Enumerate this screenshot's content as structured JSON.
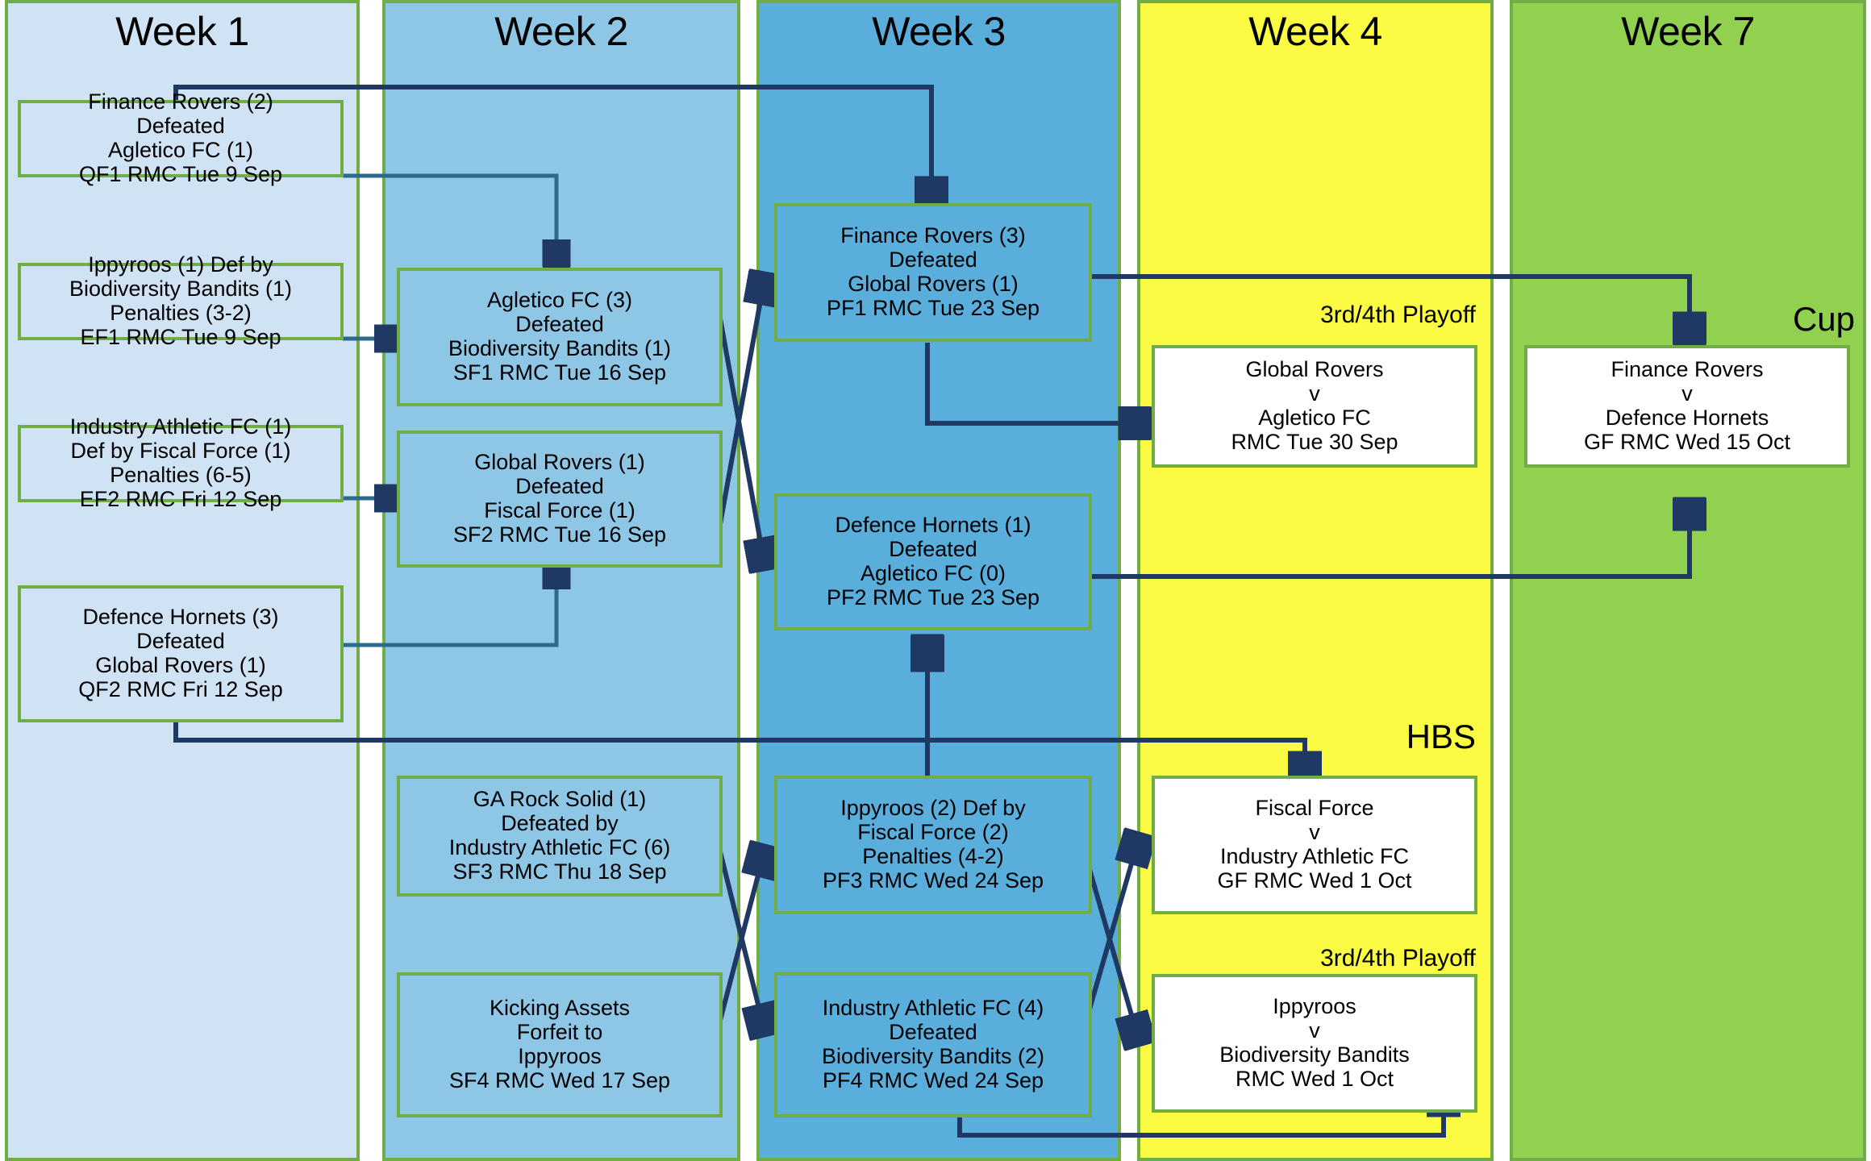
{
  "diagram": {
    "title": "Tournament Progression Bracket",
    "colors": {
      "week1_bg": "#cfe3f5",
      "week2_bg": "#8ec6e6",
      "week3_bg": "#5aaedc",
      "week4_bg": "#fbfb44",
      "week7_bg": "#92d14f",
      "box_border": "#70ad47",
      "connector": "#1f3864",
      "connector_light": "#2e6a8e",
      "final_box_bg": "#ffffff"
    },
    "columns": [
      {
        "id": "week1",
        "label": "Week 1"
      },
      {
        "id": "week2",
        "label": "Week 2"
      },
      {
        "id": "week3",
        "label": "Week 3"
      },
      {
        "id": "week4",
        "label": "Week 4"
      },
      {
        "id": "week7",
        "label": "Week 7"
      }
    ],
    "annotations": {
      "playoff_top": "3rd/4th Playoff",
      "playoff_bottom": "3rd/4th Playoff",
      "cup": "Cup",
      "hbs": "HBS"
    },
    "matches": {
      "qf1": {
        "l1": "Finance Rovers (2)",
        "l2": "Defeated",
        "l3": "Agletico FC (1)",
        "l4": "QF1 RMC Tue 9 Sep"
      },
      "ef1": {
        "l1": "Ippyroos (1) Def by",
        "l2": "Biodiversity Bandits (1)",
        "l3": "Penalties (3-2)",
        "l4": "EF1 RMC Tue 9 Sep"
      },
      "ef2": {
        "l1": "Industry Athletic FC (1)",
        "l2": "Def by Fiscal Force (1)",
        "l3": "Penalties (6-5)",
        "l4": "EF2 RMC Fri 12 Sep"
      },
      "qf2": {
        "l1": "Defence Hornets (3)",
        "l2": "Defeated",
        "l3": "Global Rovers (1)",
        "l4": "QF2 RMC Fri 12 Sep"
      },
      "sf1": {
        "l1": "Agletico FC (3)",
        "l2": "Defeated",
        "l3": "Biodiversity Bandits (1)",
        "l4": "SF1 RMC Tue 16 Sep"
      },
      "sf2": {
        "l1": "Global Rovers (1)",
        "l2": "Defeated",
        "l3": "Fiscal Force (1)",
        "l4": "SF2 RMC Tue 16 Sep"
      },
      "sf3": {
        "l1": "GA Rock Solid (1)",
        "l2": "Defeated by",
        "l3": "Industry Athletic FC (6)",
        "l4": "SF3 RMC Thu 18 Sep"
      },
      "sf4": {
        "l1": "Kicking Assets",
        "l2": "Forfeit to",
        "l3": "Ippyroos",
        "l4": "SF4 RMC Wed 17 Sep"
      },
      "pf1": {
        "l1": "Finance Rovers (3)",
        "l2": "Defeated",
        "l3": "Global Rovers (1)",
        "l4": "PF1 RMC Tue 23 Sep"
      },
      "pf2": {
        "l1": "Defence Hornets (1)",
        "l2": "Defeated",
        "l3": "Agletico FC (0)",
        "l4": "PF2 RMC Tue 23 Sep"
      },
      "pf3": {
        "l1": "Ippyroos (2) Def by",
        "l2": "Fiscal Force (2)",
        "l3": "Penalties (4-2)",
        "l4": "PF3 RMC Wed 24 Sep"
      },
      "pf4": {
        "l1": "Industry Athletic FC (4)",
        "l2": "Defeated",
        "l3": "Biodiversity Bandits (2)",
        "l4": "PF4 RMC Wed 24 Sep"
      },
      "playoff_top": {
        "l1": "Global Rovers",
        "l2": "v",
        "l3": "Agletico FC",
        "l4": "RMC Tue 30 Sep"
      },
      "hbs_final": {
        "l1": "Fiscal Force",
        "l2": "v",
        "l3": "Industry Athletic FC",
        "l4": "GF RMC Wed 1 Oct"
      },
      "playoff_bottom": {
        "l1": "Ippyroos",
        "l2": "v",
        "l3": "Biodiversity Bandits",
        "l4": "RMC Wed 1 Oct"
      },
      "cup_final": {
        "l1": "Finance Rovers",
        "l2": "v",
        "l3": "Defence Hornets",
        "l4": "GF RMC Wed 15 Oct"
      }
    }
  }
}
